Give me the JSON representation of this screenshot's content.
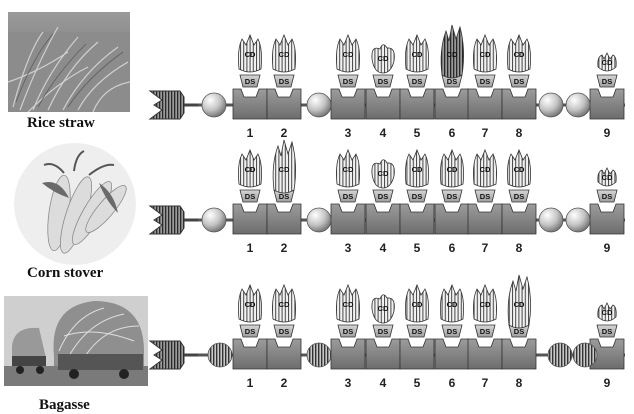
{
  "sources": [
    {
      "label": "Rice straw"
    },
    {
      "label": "Corn stover"
    },
    {
      "label": "Bagasse"
    }
  ],
  "labels": {
    "dockerin": "DS",
    "cohesin_domain": "CD"
  },
  "rows": [
    {
      "source": "Rice straw",
      "modules": [
        {
          "n": "1",
          "cd_shape": "hatched"
        },
        {
          "n": "2",
          "cd_shape": "hatched"
        },
        {
          "n": "3",
          "cd_shape": "hatched"
        },
        {
          "n": "4",
          "cd_shape": "round"
        },
        {
          "n": "5",
          "cd_shape": "hatched"
        },
        {
          "n": "6",
          "cd_shape": "tall-dark"
        },
        {
          "n": "7",
          "cd_shape": "hatched"
        },
        {
          "n": "8",
          "cd_shape": "hatched"
        },
        {
          "n": "9",
          "cd_shape": "small"
        }
      ]
    },
    {
      "source": "Corn stover",
      "modules": [
        {
          "n": "1",
          "cd_shape": "hatched"
        },
        {
          "n": "2",
          "cd_shape": "tall"
        },
        {
          "n": "3",
          "cd_shape": "hatched"
        },
        {
          "n": "4",
          "cd_shape": "round"
        },
        {
          "n": "5",
          "cd_shape": "hatched"
        },
        {
          "n": "6",
          "cd_shape": "hatched"
        },
        {
          "n": "7",
          "cd_shape": "hatched"
        },
        {
          "n": "8",
          "cd_shape": "hatched"
        },
        {
          "n": "9",
          "cd_shape": "small"
        }
      ]
    },
    {
      "source": "Bagasse",
      "modules": [
        {
          "n": "1",
          "cd_shape": "hatched"
        },
        {
          "n": "2",
          "cd_shape": "hatched"
        },
        {
          "n": "3",
          "cd_shape": "hatched"
        },
        {
          "n": "4",
          "cd_shape": "round"
        },
        {
          "n": "5",
          "cd_shape": "hatched"
        },
        {
          "n": "6",
          "cd_shape": "hatched"
        },
        {
          "n": "7",
          "cd_shape": "hatched"
        },
        {
          "n": "8",
          "cd_shape": "tall"
        },
        {
          "n": "9",
          "cd_shape": "small"
        }
      ]
    }
  ]
}
